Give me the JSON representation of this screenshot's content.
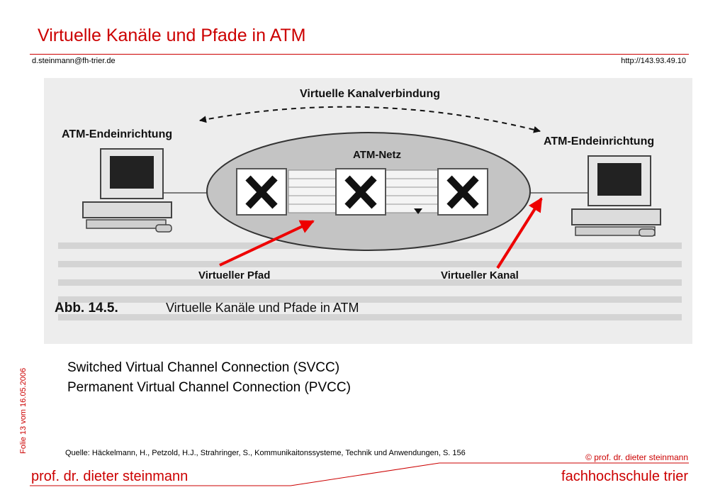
{
  "header": {
    "title": "Virtuelle Kanäle und Pfade in ATM",
    "email": "d.steinmann@fh-trier.de",
    "url": "http://143.93.49.10"
  },
  "figure": {
    "label_vkv": "Virtuelle Kanalverbindung",
    "label_left_device": "ATM-Endeinrichtung",
    "label_right_device": "ATM-Endeinrichtung",
    "label_network": "ATM-Netz",
    "label_path": "Virtueller Pfad",
    "label_channel": "Virtueller Kanal",
    "caption_number": "Abb. 14.5.",
    "caption_text": "Virtuelle Kanäle und Pfade in ATM",
    "colors": {
      "arrow": "#ee0000",
      "ellipse": "#c8c8c8",
      "page_bg": "#eeeeee"
    }
  },
  "folio": "Folie 13 vom 16.05.2006",
  "bullets": [
    "Switched Virtual Channel Connection (SVCC)",
    "Permanent Virtual Channel Connection (PVCC)"
  ],
  "source": "Quelle: Häckelmann, H., Petzold, H.J., Strahringer, S., Kommunikaitonssysteme, Technik und Anwendungen, S. 156",
  "footer": {
    "copyright": "© prof. dr. dieter steinmann",
    "left": "prof. dr. dieter steinmann",
    "right": "fachhochschule trier"
  }
}
